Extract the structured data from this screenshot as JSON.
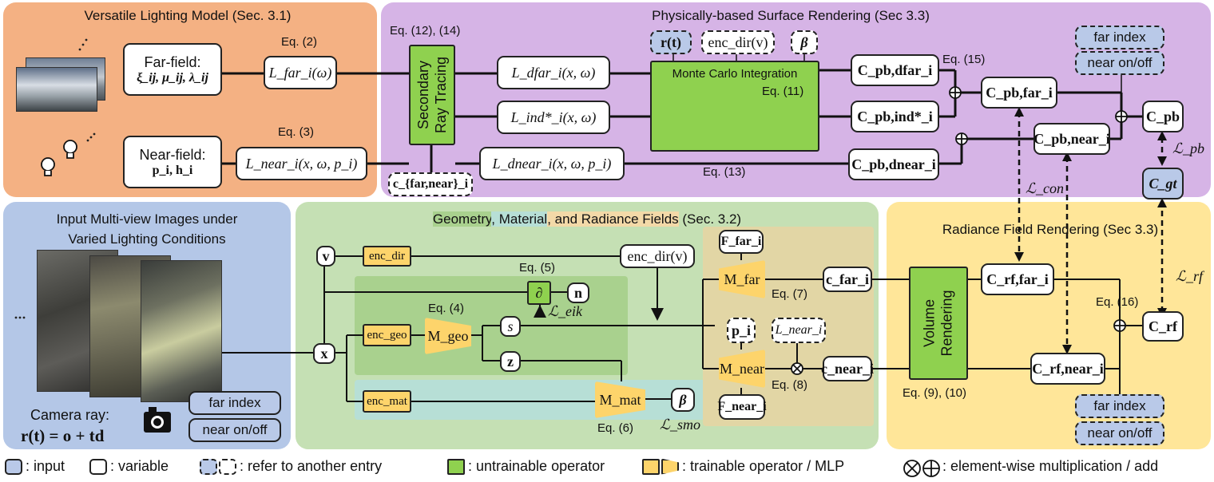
{
  "panels": {
    "lighting_title": "Versatile Lighting Model (Sec. 3.1)",
    "surface_title": "Physically-based Surface Rendering (Sec 3.3)",
    "input_title_1": "Input Multi-view Images under",
    "input_title_2": "Varied Lighting Conditions",
    "fields_title_a": "Geometry",
    "fields_title_b": ", Material",
    "fields_title_c": ", and Radiance Fields",
    "fields_title_d": " (Sec. 3.2)",
    "radiance_title": "Radiance Field Rendering (Sec 3.3)"
  },
  "lighting": {
    "farfield_label": "Far-field:",
    "farfield_vars": "ξ_ij, μ_ij, λ_ij",
    "nearfield_label": "Near-field:",
    "nearfield_vars": "p_i, h_i",
    "eq2": "Eq. (2)",
    "eq3": "Eq. (3)",
    "Lfar": "L_far_i(ω)",
    "Lnear": "L_near_i(x, ω, p_i)"
  },
  "surface": {
    "eq12_14": "Eq. (12), (14)",
    "srt_line1": "Secondary",
    "srt_line2": "Ray Tracing",
    "cfarnear": "c_{far,near}_i",
    "Ldfar": "L_dfar_i(x, ω)",
    "Lind": "L_ind*_i(x, ω)",
    "Ldnear": "L_dnear_i(x, ω, p_i)",
    "rt": "r(t)",
    "encv": "enc_dir(v)",
    "beta": "β",
    "mc": "Monte Carlo Integration",
    "eq11": "Eq. (11)",
    "eq13": "Eq. (13)",
    "eq15": "Eq. (15)",
    "Cpbdfar": "C_pb,dfar_i",
    "Cpbind": "C_pb,ind*_i",
    "Cpbdnear": "C_pb,dnear_i",
    "Cpbfar": "C_pb,far_i",
    "Cpbnear": "C_pb,near_i",
    "Cpb": "C_pb",
    "Cgt": "C_gt",
    "far_index": "far index",
    "near_onoff": "near on/off",
    "Lpb": "ℒ_pb",
    "Lcon": "ℒ_con"
  },
  "input": {
    "camera_ray_label": "Camera ray:",
    "camera_ray_eq": "r(t) = o + td",
    "far_index": "far index",
    "near_onoff": "near on/off"
  },
  "fields": {
    "v": "v",
    "x": "x",
    "encdir": "enc_dir",
    "encdirv": "enc_dir(v)",
    "encgeo": "enc_geo",
    "encmat": "enc_mat",
    "Mgeo": "M_geo",
    "Mmat": "M_mat",
    "Mfar": "M_far",
    "Mnear": "M_near",
    "s": "s",
    "z": "z",
    "n": "n",
    "partial": "∂",
    "beta": "β",
    "Ffar": "F_far_i",
    "Fnear": "F_near_i",
    "pi": "p_i",
    "Lnear": "L_near_i",
    "cfar": "c_far_i",
    "cnear": "c_near_i",
    "eq4": "Eq. (4)",
    "eq5": "Eq. (5)",
    "eq6": "Eq. (6)",
    "eq7": "Eq. (7)",
    "eq8": "Eq. (8)",
    "Leik": "ℒ_eik",
    "Lsmo": "ℒ_smo"
  },
  "radiance": {
    "vr_line1": "Volume",
    "vr_line2": "Rendering",
    "eq9_10": "Eq. (9), (10)",
    "eq16": "Eq. (16)",
    "Crffar": "C_rf,far_i",
    "Crfnear": "C_rf,near_i",
    "Crf": "C_rf",
    "Lrf": "ℒ_rf",
    "far_index": "far index",
    "near_onoff": "near on/off"
  },
  "legend": {
    "input": ": input",
    "variable": ": variable",
    "refer": ": refer to another entry",
    "untrainable": ": untrainable operator",
    "trainable": ": trainable operator / MLP",
    "elementwise": ": element-wise multiplication / add"
  },
  "colors": {
    "lighting_bg": "#f4b183",
    "surface_bg": "#d6b4e6",
    "input_bg": "#b4c7e7",
    "fields_bg": "#c5e0b4",
    "radiance_bg": "#ffe699",
    "input_box": "#b9c9e8",
    "untrainable": "#8fd14f",
    "trainable": "#fdd46b"
  }
}
